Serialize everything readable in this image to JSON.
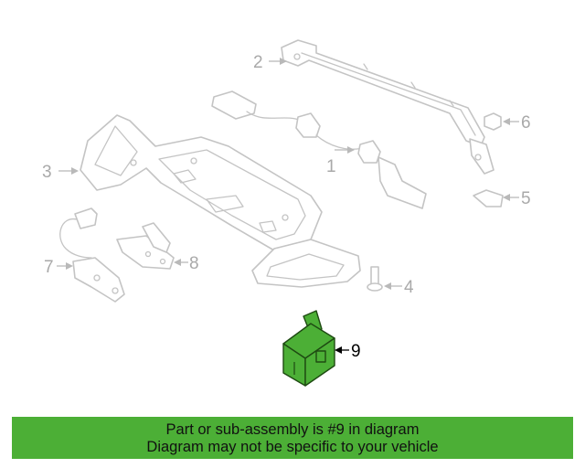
{
  "diagram": {
    "callouts": {
      "c1": "1",
      "c2": "2",
      "c3": "3",
      "c4": "4",
      "c5": "5",
      "c6": "6",
      "c7": "7",
      "c8": "8",
      "c9": "9"
    },
    "highlighted_part": "9",
    "colors": {
      "highlight": "#4caf36",
      "line_art": "#c4c4c4",
      "banner": "#4caf36"
    }
  },
  "banner": {
    "line1": "Part or sub-assembly is #9 in diagram",
    "line2": "Diagram may not be specific to your vehicle"
  }
}
